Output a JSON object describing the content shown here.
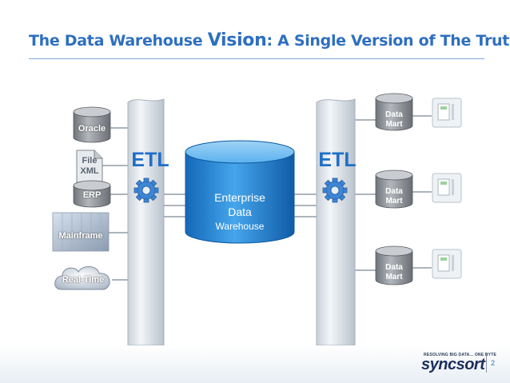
{
  "title": {
    "part1": "The Data Warehouse ",
    "part2": "Vision",
    "part3": ": A Single Version of The Truth"
  },
  "sources": {
    "oracle": "Oracle",
    "file_line1": "File",
    "file_line2": "XML",
    "erp": "ERP",
    "mainframe": "Mainframe",
    "realtime": "Real-Time"
  },
  "etl": {
    "left": "ETL",
    "right": "ETL"
  },
  "warehouse": {
    "line1": "Enterprise",
    "line2": "Data",
    "line3": "Warehouse"
  },
  "data_marts": [
    {
      "line1": "Data",
      "line2": "Mart"
    },
    {
      "line1": "Data",
      "line2": "Mart"
    },
    {
      "line1": "Data",
      "line2": "Mart"
    }
  ],
  "footer": {
    "logo_tagline": "RESOLVING BIG DATA... ONE BYTE",
    "logo_word": "syncsort",
    "page_number": "2"
  },
  "colors": {
    "title": "#2e6fc0",
    "etl_text": "#1f6fc8",
    "cylinder_blue": "#2a8ad8",
    "gear": "#3d86d6",
    "pipe": "#dfe5eb"
  }
}
